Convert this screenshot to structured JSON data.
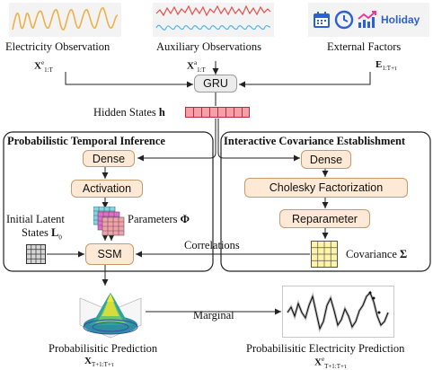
{
  "sources": {
    "electricity": "Electricity Observation",
    "auxiliary": "Auxiliary Observations",
    "external": "External Factors",
    "holiday_icon_text": "Holiday"
  },
  "inputs": {
    "electricity_var": "X",
    "electricity_sup": "e",
    "electricity_sub": "1:T",
    "auxiliary_var": "X",
    "auxiliary_sup": "a",
    "auxiliary_sub": "1:T",
    "external_var": "E",
    "external_sub": "1:T+τ"
  },
  "gru": {
    "label": "GRU",
    "hidden_states_label": "Hidden States",
    "hidden_states_var": "h"
  },
  "left_panel": {
    "title": "Probabilistic Temporal Inference",
    "dense": "Dense",
    "activation": "Activation",
    "parameters_label": "Parameters",
    "parameters_var": "Φ",
    "initial_latent_line1": "Initial Latent",
    "initial_latent_line2": "States",
    "initial_latent_var": "L",
    "initial_latent_sub": "0",
    "ssm": "SSM"
  },
  "right_panel": {
    "title": "Interactive Covariance Establishment",
    "dense": "Dense",
    "cholesky": "Cholesky Factorization",
    "reparameter": "Reparameter",
    "covariance_label": "Covariance",
    "covariance_var": "Σ"
  },
  "edges": {
    "correlations": "Correlations",
    "marginal": "Marginal"
  },
  "outputs": {
    "prob_prediction": "Probabilisitic Prediction",
    "prob_prediction_var": "X",
    "prob_prediction_sub": "T+1:T+τ",
    "elec_prediction": "Probabilisitic Electricity Prediction",
    "elec_prediction_var": "X",
    "elec_prediction_sup": "e",
    "elec_prediction_sub": "T+1:T+τ"
  },
  "colors": {
    "box_fill": "#fde9d5",
    "box_border": "#c79a6c",
    "hidden_fill": "#f4a0a8",
    "hidden_border": "#c0283a",
    "grid_cyan": "#7fd8e8",
    "grid_magenta": "#e86ad0",
    "grid_yellow": "#fff3a6",
    "electricity_line": "#f0b048",
    "aux_red": "#e8504c",
    "aux_blue": "#58b4e8"
  }
}
